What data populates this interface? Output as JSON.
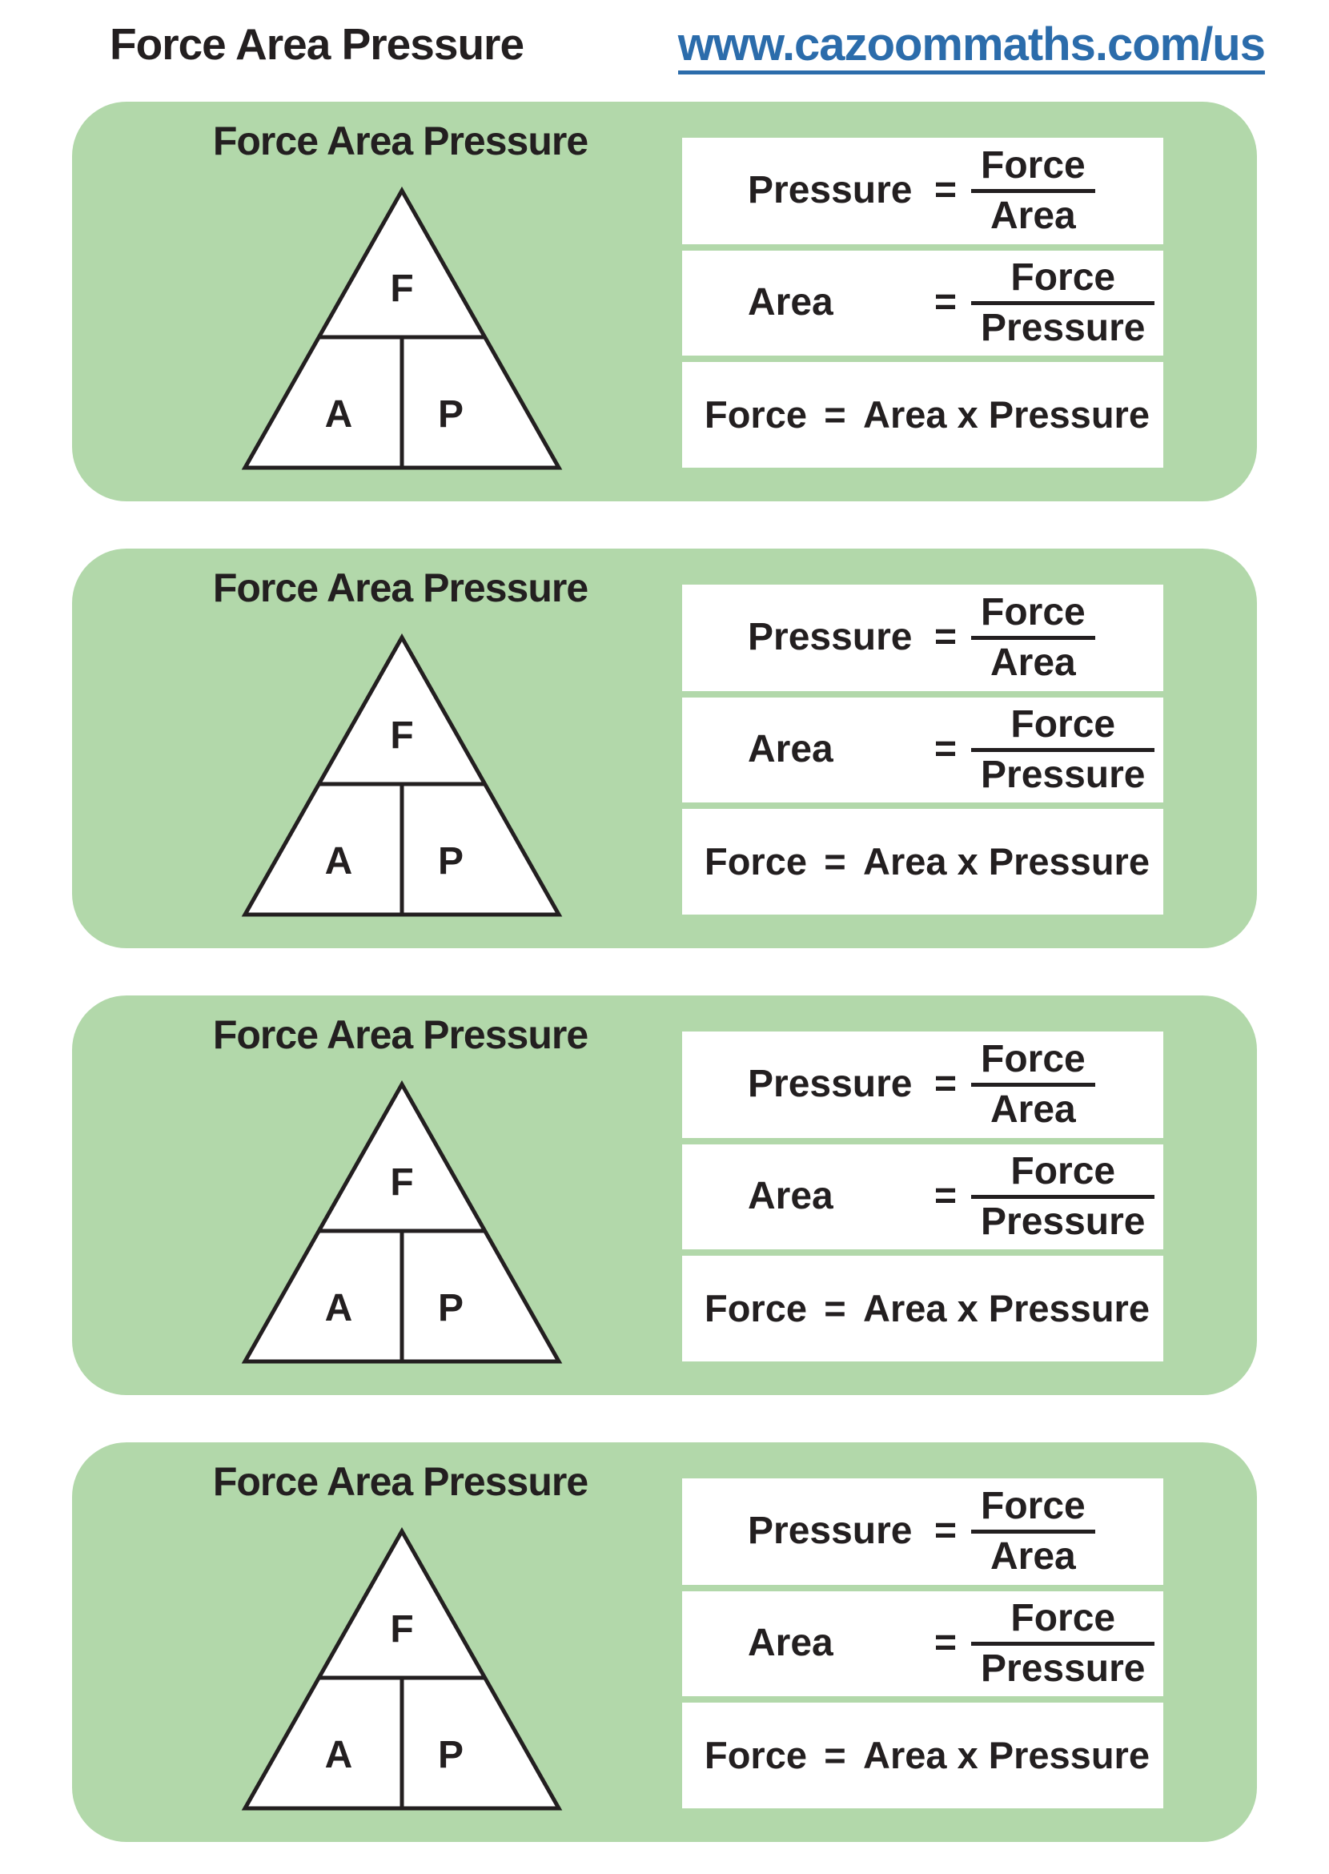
{
  "header": {
    "title": "Force Area Pressure",
    "url": "www.cazoommaths.com/us"
  },
  "colors": {
    "panel_green": "#b2d8aa",
    "text_black": "#231f20",
    "link_blue": "#2b6cab",
    "box_white": "#ffffff"
  },
  "panels": [
    {
      "heading": "Force Area Pressure",
      "triangle": {
        "top_letter": "F",
        "bottom_left_letter": "A",
        "bottom_right_letter": "P"
      },
      "formulas": {
        "pressure": {
          "label": "Pressure",
          "equals": "=",
          "numerator": "Force",
          "denominator": "Area"
        },
        "area": {
          "label": "Area",
          "equals": "=",
          "numerator": "Force",
          "denominator": "Pressure"
        },
        "force": {
          "label": "Force",
          "equals": "=",
          "rhs": "Area x Pressure"
        }
      }
    },
    {
      "heading": "Force Area Pressure",
      "triangle": {
        "top_letter": "F",
        "bottom_left_letter": "A",
        "bottom_right_letter": "P"
      },
      "formulas": {
        "pressure": {
          "label": "Pressure",
          "equals": "=",
          "numerator": "Force",
          "denominator": "Area"
        },
        "area": {
          "label": "Area",
          "equals": "=",
          "numerator": "Force",
          "denominator": "Pressure"
        },
        "force": {
          "label": "Force",
          "equals": "=",
          "rhs": "Area x Pressure"
        }
      }
    },
    {
      "heading": "Force Area Pressure",
      "triangle": {
        "top_letter": "F",
        "bottom_left_letter": "A",
        "bottom_right_letter": "P"
      },
      "formulas": {
        "pressure": {
          "label": "Pressure",
          "equals": "=",
          "numerator": "Force",
          "denominator": "Area"
        },
        "area": {
          "label": "Area",
          "equals": "=",
          "numerator": "Force",
          "denominator": "Pressure"
        },
        "force": {
          "label": "Force",
          "equals": "=",
          "rhs": "Area x Pressure"
        }
      }
    },
    {
      "heading": "Force Area Pressure",
      "triangle": {
        "top_letter": "F",
        "bottom_left_letter": "A",
        "bottom_right_letter": "P"
      },
      "formulas": {
        "pressure": {
          "label": "Pressure",
          "equals": "=",
          "numerator": "Force",
          "denominator": "Area"
        },
        "area": {
          "label": "Area",
          "equals": "=",
          "numerator": "Force",
          "denominator": "Pressure"
        },
        "force": {
          "label": "Force",
          "equals": "=",
          "rhs": "Area x Pressure"
        }
      }
    }
  ]
}
